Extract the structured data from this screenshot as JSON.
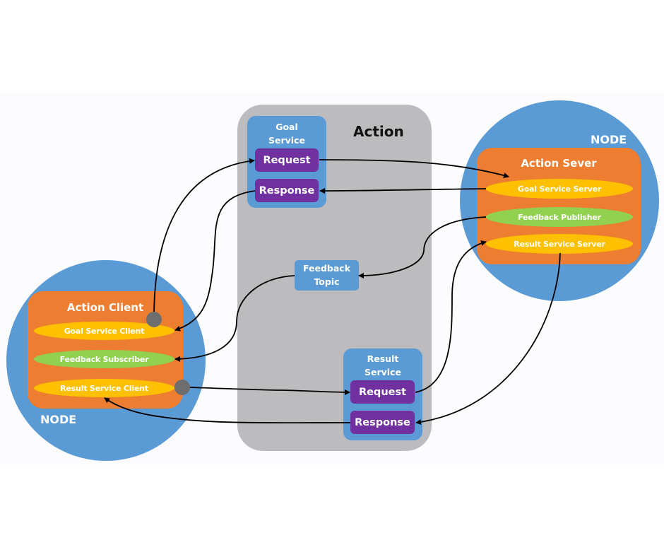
{
  "diagram": {
    "title": "Action",
    "colors": {
      "node": "#5b9bd5",
      "container": "#ed7d31",
      "service_ellipse": "#ffc000",
      "topic_ellipse": "#92d050",
      "message_box": "#7030a0",
      "action_panel": "#bcbbbd",
      "connector": "#000000"
    },
    "client_node": {
      "label": "NODE",
      "container_title": "Action Client",
      "items": [
        "Goal Service Client",
        "Feedback Subscriber",
        "Result Service Client"
      ]
    },
    "server_node": {
      "label": "NODE",
      "container_title": "Action Sever",
      "items": [
        "Goal Service Server",
        "Feedback Publisher",
        "Result Service Server"
      ]
    },
    "action": {
      "goal_service": {
        "title_line1": "Goal",
        "title_line2": "Service",
        "request": "Request",
        "response": "Response"
      },
      "feedback_topic": {
        "line1": "Feedback",
        "line2": "Topic"
      },
      "result_service": {
        "title_line1": "Result",
        "title_line2": "Service",
        "request": "Request",
        "response": "Response"
      }
    },
    "edges": [
      {
        "from": "Goal Service Client",
        "to": "Goal Service Request"
      },
      {
        "from": "Goal Service Request",
        "to": "Goal Service Server"
      },
      {
        "from": "Goal Service Server",
        "to": "Goal Service Response"
      },
      {
        "from": "Goal Service Response",
        "to": "Goal Service Client"
      },
      {
        "from": "Feedback Publisher",
        "to": "Feedback Topic"
      },
      {
        "from": "Feedback Topic",
        "to": "Feedback Subscriber"
      },
      {
        "from": "Result Service Client",
        "to": "Result Service Request"
      },
      {
        "from": "Result Service Request",
        "to": "Result Service Server"
      },
      {
        "from": "Result Service Server",
        "to": "Result Service Response"
      },
      {
        "from": "Result Service Response",
        "to": "Result Service Client"
      }
    ]
  }
}
